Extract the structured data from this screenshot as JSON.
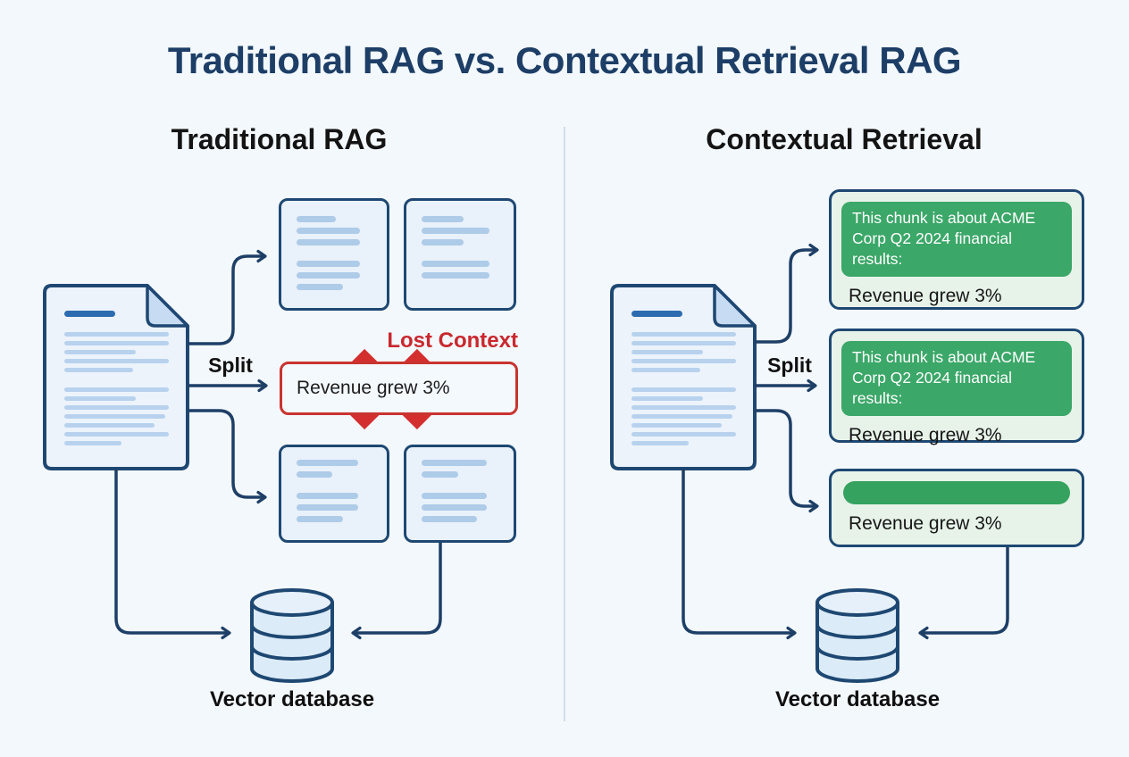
{
  "title": "Traditional RAG vs. Contextual Retrieval RAG",
  "left": {
    "heading": "Traditional RAG",
    "split_label": "Split",
    "lost_context_label": "Lost Context",
    "chunk_text": "Revenue grew 3%",
    "db_label": "Vector database"
  },
  "right": {
    "heading": "Contextual Retrieval",
    "split_label": "Split",
    "context_header": "This chunk is about ACME Corp Q2 2024 financial results:",
    "chunk_text": "Revenue grew 3%",
    "db_label": "Vector database"
  },
  "colors": {
    "background": "#f3f8fc",
    "title_navy": "#1d3e66",
    "outline_navy": "#1e4872",
    "arrow_navy": "#1e3f66",
    "doc_fill": "#ecf3fb",
    "doc_fold_fill": "#c7dcf2",
    "doc_title_line": "#2e6cb0",
    "doc_body_line": "#b8d2ee",
    "chunk_fill": "#e9f1fa",
    "chunk_line": "#aecbe8",
    "lost_context_red": "#c9282e",
    "cross_red": "#d42f2f",
    "red_box_border": "#c93430",
    "green_header": "#3ba768",
    "green_bar": "#35a35f",
    "green_fill": "#e7f3e9",
    "db_fill": "#dcebf8",
    "divider": "#cfdfe8"
  },
  "decor": {
    "doc_lines": [
      100,
      100,
      68,
      100,
      66,
      0,
      100,
      68,
      100,
      97,
      86,
      100,
      55
    ],
    "chunk_tl": [
      52,
      85,
      85,
      0,
      85,
      85,
      62
    ],
    "chunk_tr": [
      55,
      88,
      55,
      0,
      88,
      88
    ],
    "chunk_bl": [
      82,
      48,
      0,
      82,
      82,
      62
    ],
    "chunk_br": [
      85,
      48,
      0,
      85,
      85,
      72
    ]
  }
}
